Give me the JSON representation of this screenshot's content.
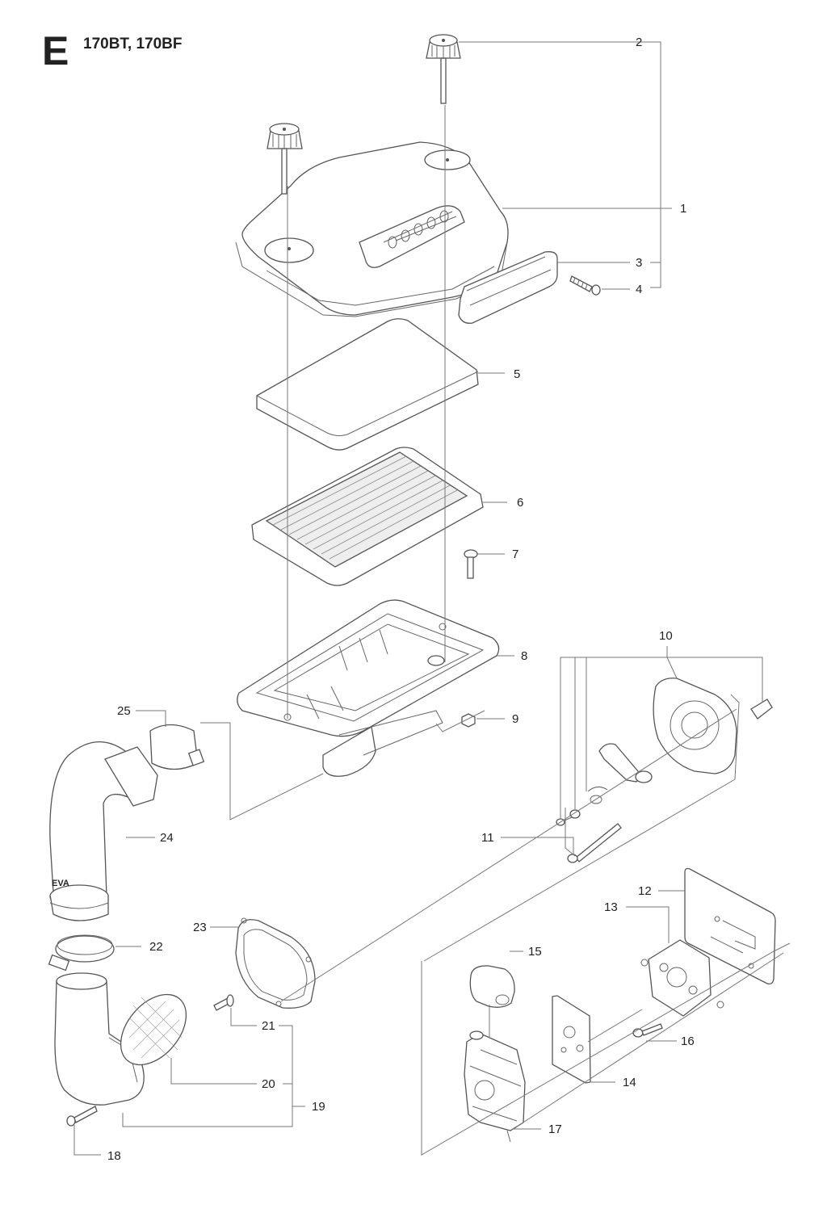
{
  "header": {
    "section": "E",
    "models": "170BT, 170BF"
  },
  "callouts": [
    "1",
    "2",
    "3",
    "4",
    "5",
    "6",
    "7",
    "8",
    "9",
    "10",
    "11",
    "12",
    "13",
    "14",
    "15",
    "16",
    "17",
    "18",
    "19",
    "20",
    "21",
    "22",
    "23",
    "24",
    "25"
  ],
  "part_markings": {
    "elbow_text": "EVA"
  }
}
